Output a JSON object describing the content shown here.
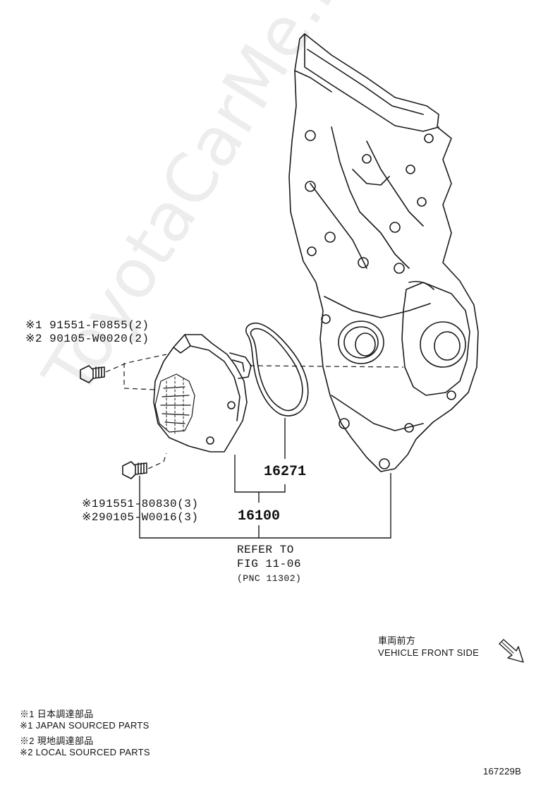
{
  "watermark": "ToyotaCarMe.ru",
  "parts": {
    "bolt_upper": {
      "line1": "※1 91551-F0855(2)",
      "line2": "※2 90105-W0020(2)"
    },
    "bolt_lower": {
      "line1": "※191551-80830(3)",
      "line2": "※290105-W0016(3)"
    },
    "gasket": "16271",
    "water_pump": "16100"
  },
  "refer": {
    "line1": "REFER TO",
    "line2": "FIG 11-06",
    "line3": "(PNC 11302)"
  },
  "direction": {
    "jp": "車両前方",
    "en": "VEHICLE FRONT SIDE",
    "icon": "arrow-down-right-icon"
  },
  "legend": [
    "※1 日本調達部品",
    "※1 JAPAN SOURCED PARTS",
    "※2 現地調達部品",
    "※2 LOCAL SOURCED PARTS"
  ],
  "figure_id": "167229B"
}
